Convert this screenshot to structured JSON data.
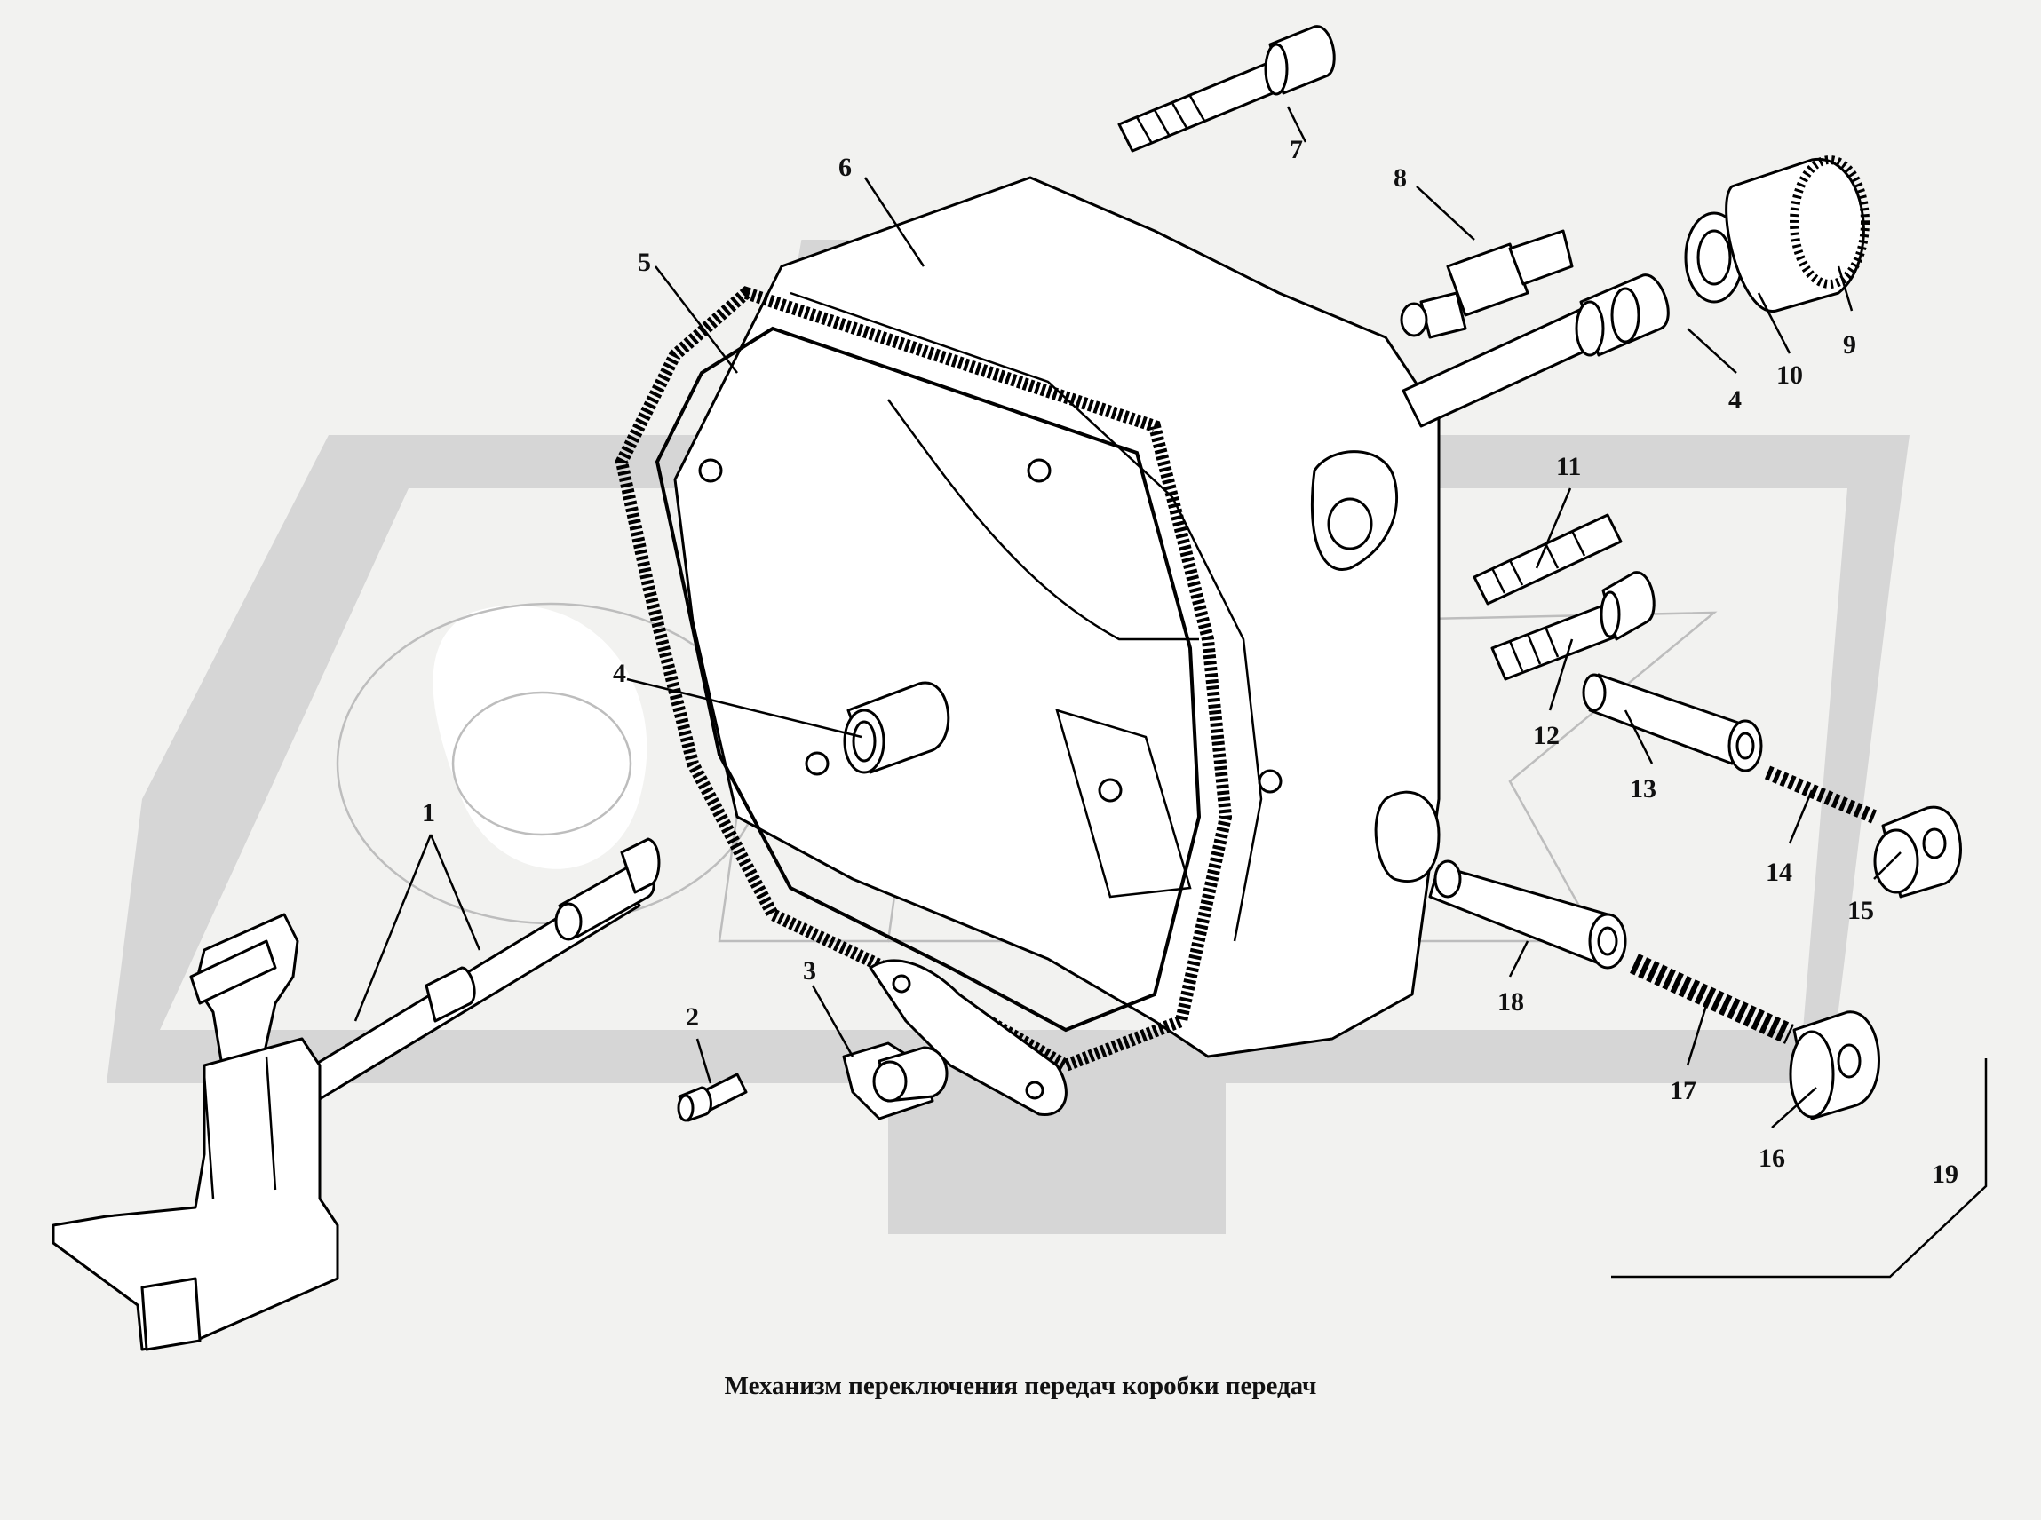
{
  "caption": "Механизм переключения передач  коробки передач",
  "watermark": {
    "color": "#d6d6d6"
  },
  "callouts": {
    "c1": "1",
    "c2": "2",
    "c3": "3",
    "c4a": "4",
    "c4b": "4",
    "c5": "5",
    "c6": "6",
    "c7": "7",
    "c8": "8",
    "c9": "9",
    "c10": "10",
    "c11": "11",
    "c12": "12",
    "c13": "13",
    "c14": "14",
    "c15": "15",
    "c16": "16",
    "c17": "17",
    "c18": "18",
    "c19": "19"
  }
}
